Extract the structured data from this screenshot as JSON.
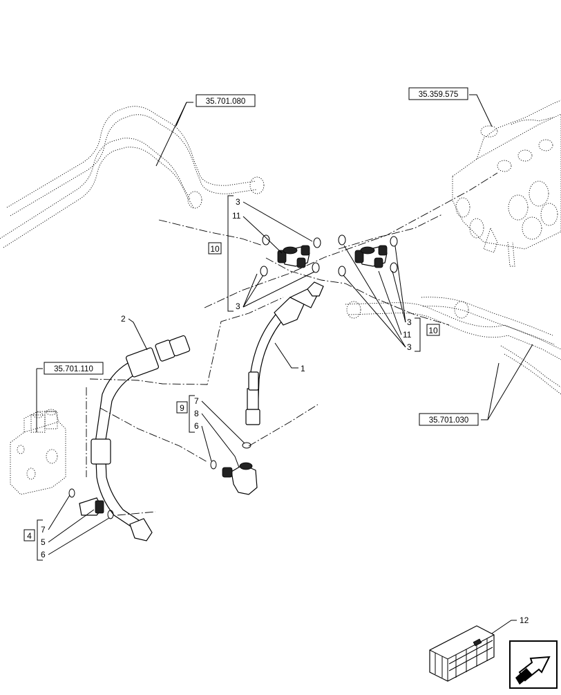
{
  "references": {
    "ref_top_left": "35.701.080",
    "ref_top_right": "35.359.575",
    "ref_left": "35.701.110",
    "ref_right": "35.701.030"
  },
  "group_labels": {
    "left_tee_group": "10",
    "right_tee_group": "10",
    "elbow_group": "9",
    "adapter_group": "4"
  },
  "callouts": {
    "left_tee": [
      "3",
      "11",
      "3"
    ],
    "right_tee": [
      "3",
      "11",
      "3"
    ],
    "elbow": [
      "7",
      "8",
      "6"
    ],
    "adapter": [
      "7",
      "5",
      "6"
    ],
    "hose_1": "1",
    "hose_2": "2",
    "kit": "12"
  }
}
